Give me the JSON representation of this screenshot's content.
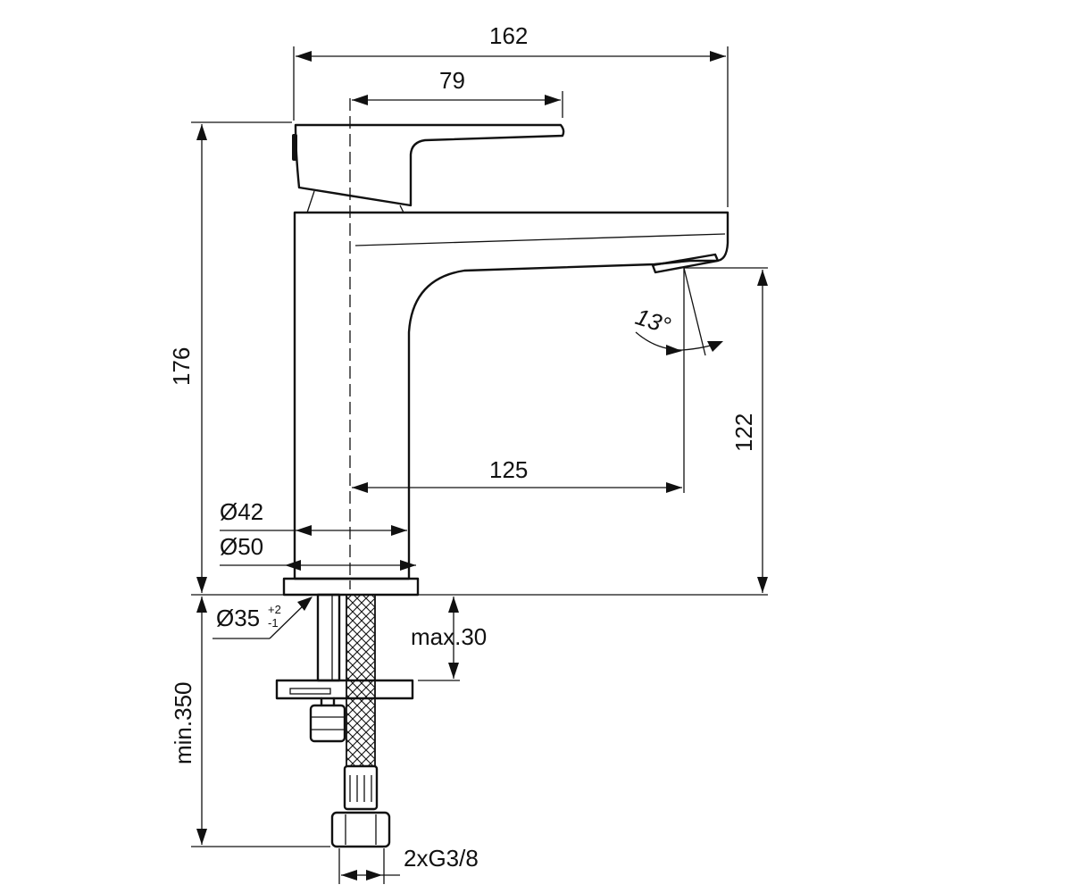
{
  "dimensions": {
    "total_length": "162",
    "lever_length": "79",
    "total_height": "176",
    "spout_height": "122",
    "spout_reach": "125",
    "angle": "13°",
    "body_diameter": "Ø42",
    "base_diameter": "Ø50",
    "hole_diameter": "Ø35",
    "hole_tol_plus": "+2",
    "hole_tol_minus": "-1",
    "max_thickness": "max.30",
    "hose_length": "min.350",
    "connection": "2xG3/8"
  }
}
